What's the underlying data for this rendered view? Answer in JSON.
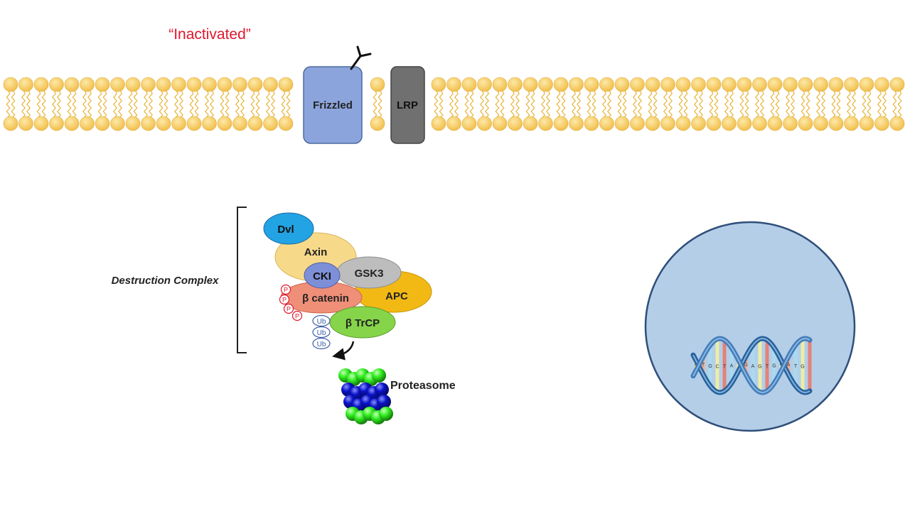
{
  "title": "“Inactivated”",
  "membrane": {
    "receptor": "Frizzled",
    "coreceptor": "LRP"
  },
  "complex": {
    "label": "Destruction Complex",
    "dvl": "Dvl",
    "axin": "Axin",
    "cki": "CKI",
    "gsk3": "GSK3",
    "beta_catenin": "β catenin",
    "apc": "APC",
    "btrcp": "β TrCP",
    "phospho_tag": "P",
    "ubiquitin_tag": "Ub"
  },
  "proteasome": {
    "label": "Proteasome"
  },
  "dna": {
    "bases": [
      "A",
      "T",
      "G",
      "C",
      "T",
      "A",
      "T",
      "G",
      "A",
      "G",
      "T",
      "G",
      "C",
      "A",
      "T",
      "G"
    ]
  },
  "colors": {
    "title": "#e0162b",
    "lipid": "#f7c95c",
    "frizzled": "#8ba5dc",
    "lrp": "#707070",
    "dvl": "#22a3e4",
    "axin": "#f7d98a",
    "cki": "#7d8fd6",
    "gsk3": "#bdbdbd",
    "beta_catenin": "#ef8f78",
    "apc": "#f2b915",
    "btrcp": "#86d44a",
    "nucleus": "#b4cee8",
    "proteasome_green": "#33ee22",
    "proteasome_blue": "#0a12c8"
  }
}
